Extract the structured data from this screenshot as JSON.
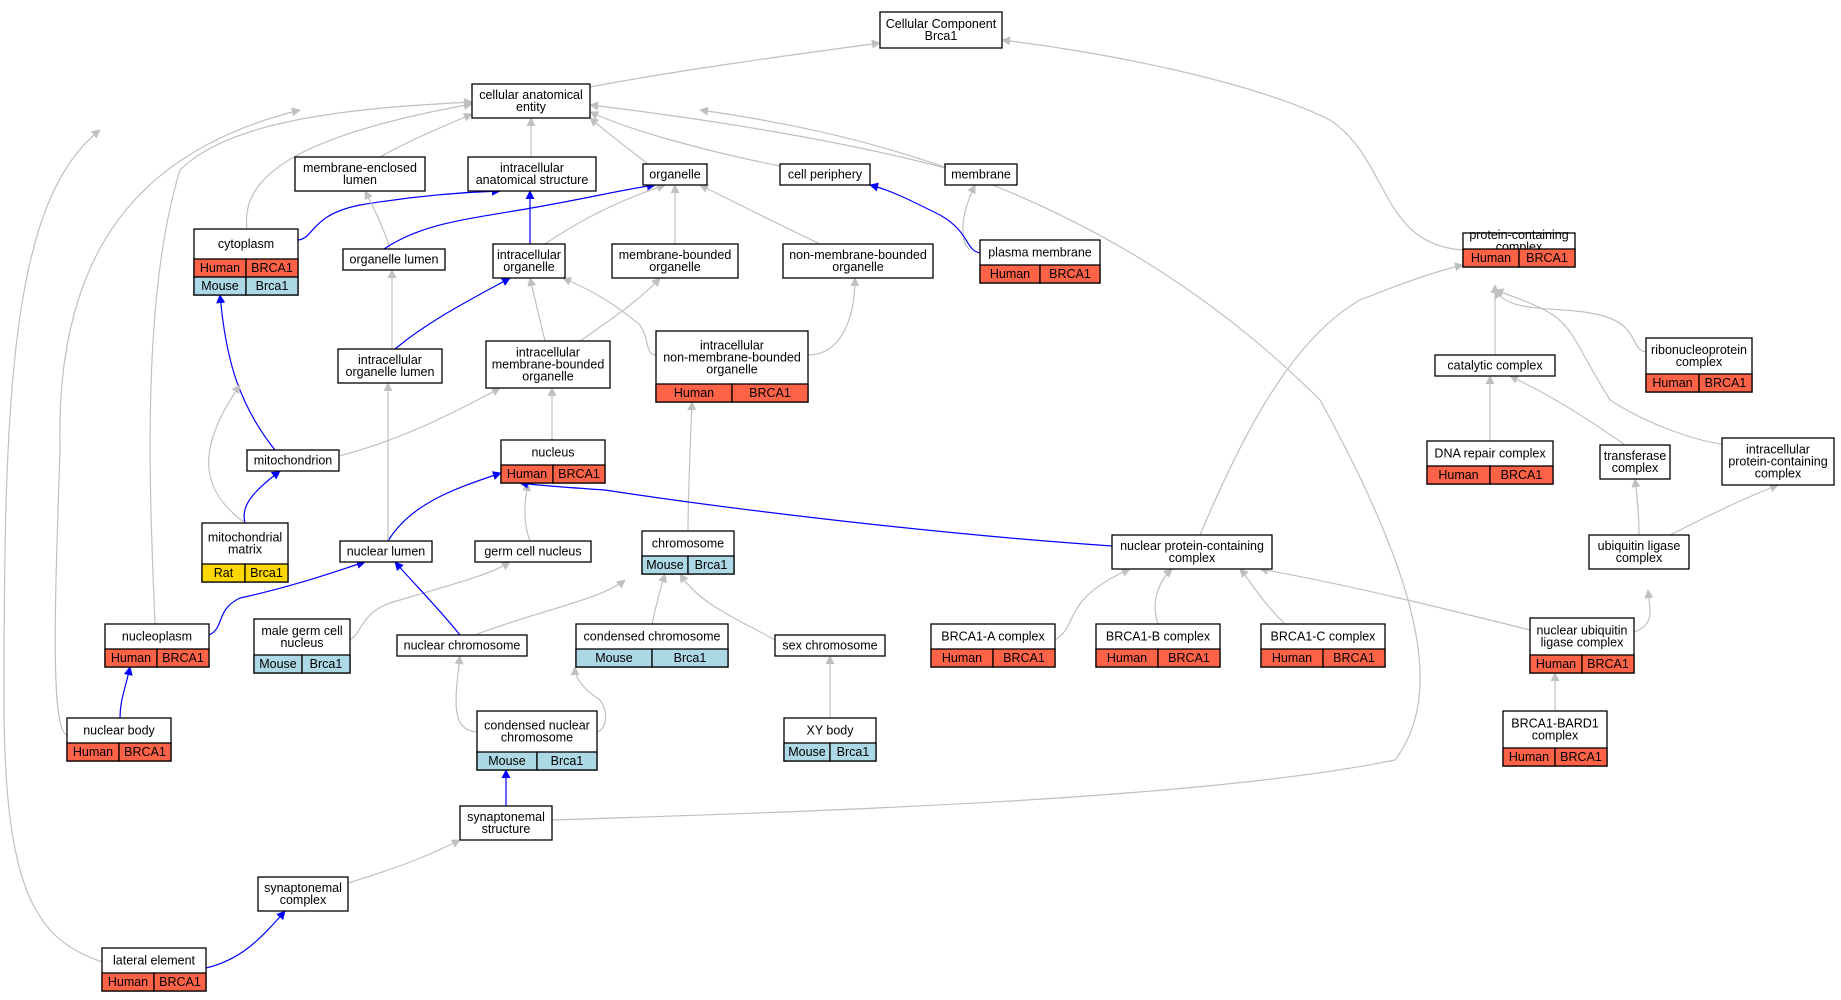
{
  "colors": {
    "Human": "#FF6347",
    "Mouse": "#ADD8E6",
    "Rat": "#FFD700",
    "edge_is_a": "#C0C0C0",
    "edge_part_of": "#0000FF"
  },
  "nodes": [
    {
      "id": "root",
      "lines": [
        "Cellular Component",
        "Brca1"
      ]
    },
    {
      "id": "cae",
      "lines": [
        "cellular anatomical",
        "entity"
      ]
    },
    {
      "id": "mel",
      "lines": [
        "membrane-enclosed",
        "lumen"
      ]
    },
    {
      "id": "ias",
      "lines": [
        "intracellular",
        "anatomical structure"
      ]
    },
    {
      "id": "org",
      "lines": [
        "organelle"
      ]
    },
    {
      "id": "cper",
      "lines": [
        "cell periphery"
      ]
    },
    {
      "id": "mem",
      "lines": [
        "membrane"
      ]
    },
    {
      "id": "pcc",
      "lines": [
        "protein-containing",
        "complex"
      ],
      "annot": [
        [
          "Human",
          "BRCA1"
        ]
      ]
    },
    {
      "id": "cyto",
      "lines": [
        "cytoplasm"
      ],
      "annot": [
        [
          "Human",
          "BRCA1"
        ],
        [
          "Mouse",
          "Brca1"
        ]
      ]
    },
    {
      "id": "olum",
      "lines": [
        "organelle lumen"
      ]
    },
    {
      "id": "iorg",
      "lines": [
        "intracellular",
        "organelle"
      ]
    },
    {
      "id": "mbo",
      "lines": [
        "membrane-bounded",
        "organelle"
      ]
    },
    {
      "id": "nmbo",
      "lines": [
        "non-membrane-bounded",
        "organelle"
      ]
    },
    {
      "id": "pm",
      "lines": [
        "plasma membrane"
      ],
      "annot": [
        [
          "Human",
          "BRCA1"
        ]
      ]
    },
    {
      "id": "iol",
      "lines": [
        "intracellular",
        "organelle lumen"
      ]
    },
    {
      "id": "imbo",
      "lines": [
        "intracellular",
        "membrane-bounded",
        "organelle"
      ]
    },
    {
      "id": "inmbo",
      "lines": [
        "intracellular",
        "non-membrane-bounded",
        "organelle"
      ],
      "annot": [
        [
          "Human",
          "BRCA1"
        ]
      ]
    },
    {
      "id": "catc",
      "lines": [
        "catalytic complex"
      ]
    },
    {
      "id": "rnp",
      "lines": [
        "ribonucleoprotein",
        "complex"
      ],
      "annot": [
        [
          "Human",
          "BRCA1"
        ]
      ]
    },
    {
      "id": "mito",
      "lines": [
        "mitochondrion"
      ]
    },
    {
      "id": "nuc",
      "lines": [
        "nucleus"
      ],
      "annot": [
        [
          "Human",
          "BRCA1"
        ]
      ]
    },
    {
      "id": "dnar",
      "lines": [
        "DNA repair complex"
      ],
      "annot": [
        [
          "Human",
          "BRCA1"
        ]
      ]
    },
    {
      "id": "trans",
      "lines": [
        "transferase",
        "complex"
      ]
    },
    {
      "id": "ipcc",
      "lines": [
        "intracellular",
        "protein-containing",
        "complex"
      ]
    },
    {
      "id": "mmat",
      "lines": [
        "mitochondrial",
        "matrix"
      ],
      "annot": [
        [
          "Rat",
          "Brca1"
        ]
      ]
    },
    {
      "id": "nlum",
      "lines": [
        "nuclear lumen"
      ]
    },
    {
      "id": "gcn",
      "lines": [
        "germ cell nucleus"
      ]
    },
    {
      "id": "chrom",
      "lines": [
        "chromosome"
      ],
      "annot": [
        [
          "Mouse",
          "Brca1"
        ]
      ]
    },
    {
      "id": "npcc",
      "lines": [
        "nuclear protein-containing",
        "complex"
      ]
    },
    {
      "id": "ubl",
      "lines": [
        "ubiquitin ligase",
        "complex"
      ]
    },
    {
      "id": "nplasm",
      "lines": [
        "nucleoplasm"
      ],
      "annot": [
        [
          "Human",
          "BRCA1"
        ]
      ]
    },
    {
      "id": "mgcn",
      "lines": [
        "male germ cell",
        "nucleus"
      ],
      "annot": [
        [
          "Mouse",
          "Brca1"
        ]
      ]
    },
    {
      "id": "nchrom",
      "lines": [
        "nuclear chromosome"
      ]
    },
    {
      "id": "cchrom",
      "lines": [
        "condensed chromosome"
      ],
      "annot": [
        [
          "Mouse",
          "Brca1"
        ]
      ]
    },
    {
      "id": "schrom",
      "lines": [
        "sex chromosome"
      ]
    },
    {
      "id": "bra",
      "lines": [
        "BRCA1-A complex"
      ],
      "annot": [
        [
          "Human",
          "BRCA1"
        ]
      ]
    },
    {
      "id": "brb",
      "lines": [
        "BRCA1-B complex"
      ],
      "annot": [
        [
          "Human",
          "BRCA1"
        ]
      ]
    },
    {
      "id": "brc",
      "lines": [
        "BRCA1-C complex"
      ],
      "annot": [
        [
          "Human",
          "BRCA1"
        ]
      ]
    },
    {
      "id": "nubl",
      "lines": [
        "nuclear ubiquitin",
        "ligase complex"
      ],
      "annot": [
        [
          "Human",
          "BRCA1"
        ]
      ]
    },
    {
      "id": "nbody",
      "lines": [
        "nuclear body"
      ],
      "annot": [
        [
          "Human",
          "BRCA1"
        ]
      ]
    },
    {
      "id": "cnchrom",
      "lines": [
        "condensed nuclear",
        "chromosome"
      ],
      "annot": [
        [
          "Mouse",
          "Brca1"
        ]
      ]
    },
    {
      "id": "xy",
      "lines": [
        "XY body"
      ],
      "annot": [
        [
          "Mouse",
          "Brca1"
        ]
      ]
    },
    {
      "id": "bard",
      "lines": [
        "BRCA1-BARD1",
        "complex"
      ],
      "annot": [
        [
          "Human",
          "BRCA1"
        ]
      ]
    },
    {
      "id": "synst",
      "lines": [
        "synaptonemal",
        "structure"
      ]
    },
    {
      "id": "sync",
      "lines": [
        "synaptonemal",
        "complex"
      ]
    },
    {
      "id": "latel",
      "lines": [
        "lateral element"
      ],
      "annot": [
        [
          "Human",
          "BRCA1"
        ]
      ]
    }
  ],
  "edges": [
    {
      "from": "cae",
      "to": "root",
      "type": "is_a"
    },
    {
      "from": "pcc",
      "to": "root",
      "type": "is_a"
    },
    {
      "from": "mel",
      "to": "cae",
      "type": "is_a"
    },
    {
      "from": "ias",
      "to": "cae",
      "type": "is_a"
    },
    {
      "from": "org",
      "to": "cae",
      "type": "is_a"
    },
    {
      "from": "cper",
      "to": "cae",
      "type": "is_a"
    },
    {
      "from": "mem",
      "to": "cae",
      "type": "is_a"
    },
    {
      "from": "cyto",
      "to": "cae",
      "type": "is_a"
    },
    {
      "from": "nplasm",
      "to": "cae",
      "type": "is_a"
    },
    {
      "from": "nbody",
      "to": "cae",
      "type": "is_a"
    },
    {
      "from": "latel",
      "to": "cae",
      "type": "is_a"
    },
    {
      "from": "synst",
      "to": "cae",
      "type": "is_a"
    },
    {
      "from": "cyto",
      "to": "ias",
      "type": "part_of"
    },
    {
      "from": "olum",
      "to": "mel",
      "type": "is_a"
    },
    {
      "from": "olum",
      "to": "org",
      "type": "part_of"
    },
    {
      "from": "iorg",
      "to": "ias",
      "type": "part_of"
    },
    {
      "from": "iorg",
      "to": "org",
      "type": "is_a"
    },
    {
      "from": "mbo",
      "to": "org",
      "type": "is_a"
    },
    {
      "from": "nmbo",
      "to": "org",
      "type": "is_a"
    },
    {
      "from": "pm",
      "to": "mem",
      "type": "is_a"
    },
    {
      "from": "pm",
      "to": "cper",
      "type": "part_of"
    },
    {
      "from": "iol",
      "to": "olum",
      "type": "is_a"
    },
    {
      "from": "iol",
      "to": "iorg",
      "type": "part_of"
    },
    {
      "from": "imbo",
      "to": "iorg",
      "type": "is_a"
    },
    {
      "from": "imbo",
      "to": "mbo",
      "type": "is_a"
    },
    {
      "from": "inmbo",
      "to": "iorg",
      "type": "is_a"
    },
    {
      "from": "inmbo",
      "to": "nmbo",
      "type": "is_a"
    },
    {
      "from": "catc",
      "to": "pcc",
      "type": "is_a"
    },
    {
      "from": "rnp",
      "to": "pcc",
      "type": "is_a"
    },
    {
      "from": "ipcc",
      "to": "pcc",
      "type": "is_a"
    },
    {
      "from": "npcc",
      "to": "pcc",
      "type": "is_a"
    },
    {
      "from": "mito",
      "to": "cyto",
      "type": "part_of"
    },
    {
      "from": "mito",
      "to": "imbo",
      "type": "is_a"
    },
    {
      "from": "nuc",
      "to": "imbo",
      "type": "is_a"
    },
    {
      "from": "dnar",
      "to": "catc",
      "type": "is_a"
    },
    {
      "from": "trans",
      "to": "catc",
      "type": "is_a"
    },
    {
      "from": "mmat",
      "to": "mito",
      "type": "part_of"
    },
    {
      "from": "mmat",
      "to": "iol",
      "type": "is_a"
    },
    {
      "from": "nlum",
      "to": "nuc",
      "type": "part_of"
    },
    {
      "from": "nlum",
      "to": "iol",
      "type": "is_a"
    },
    {
      "from": "gcn",
      "to": "nuc",
      "type": "is_a"
    },
    {
      "from": "chrom",
      "to": "inmbo",
      "type": "is_a"
    },
    {
      "from": "npcc",
      "to": "nuc",
      "type": "part_of"
    },
    {
      "from": "ubl",
      "to": "trans",
      "type": "is_a"
    },
    {
      "from": "ubl",
      "to": "ipcc",
      "type": "is_a"
    },
    {
      "from": "nplasm",
      "to": "nlum",
      "type": "part_of"
    },
    {
      "from": "mgcn",
      "to": "gcn",
      "type": "is_a"
    },
    {
      "from": "nchrom",
      "to": "nlum",
      "type": "part_of"
    },
    {
      "from": "nchrom",
      "to": "chrom",
      "type": "is_a"
    },
    {
      "from": "cchrom",
      "to": "chrom",
      "type": "is_a"
    },
    {
      "from": "schrom",
      "to": "chrom",
      "type": "is_a"
    },
    {
      "from": "bra",
      "to": "npcc",
      "type": "is_a"
    },
    {
      "from": "brb",
      "to": "npcc",
      "type": "is_a"
    },
    {
      "from": "brc",
      "to": "npcc",
      "type": "is_a"
    },
    {
      "from": "nubl",
      "to": "npcc",
      "type": "is_a"
    },
    {
      "from": "nubl",
      "to": "ubl",
      "type": "is_a"
    },
    {
      "from": "nbody",
      "to": "nplasm",
      "type": "part_of"
    },
    {
      "from": "cnchrom",
      "to": "nchrom",
      "type": "is_a"
    },
    {
      "from": "cnchrom",
      "to": "cchrom",
      "type": "is_a"
    },
    {
      "from": "xy",
      "to": "schrom",
      "type": "is_a"
    },
    {
      "from": "bard",
      "to": "nubl",
      "type": "is_a"
    },
    {
      "from": "synst",
      "to": "cnchrom",
      "type": "part_of"
    },
    {
      "from": "sync",
      "to": "synst",
      "type": "is_a"
    },
    {
      "from": "latel",
      "to": "sync",
      "type": "part_of"
    }
  ]
}
